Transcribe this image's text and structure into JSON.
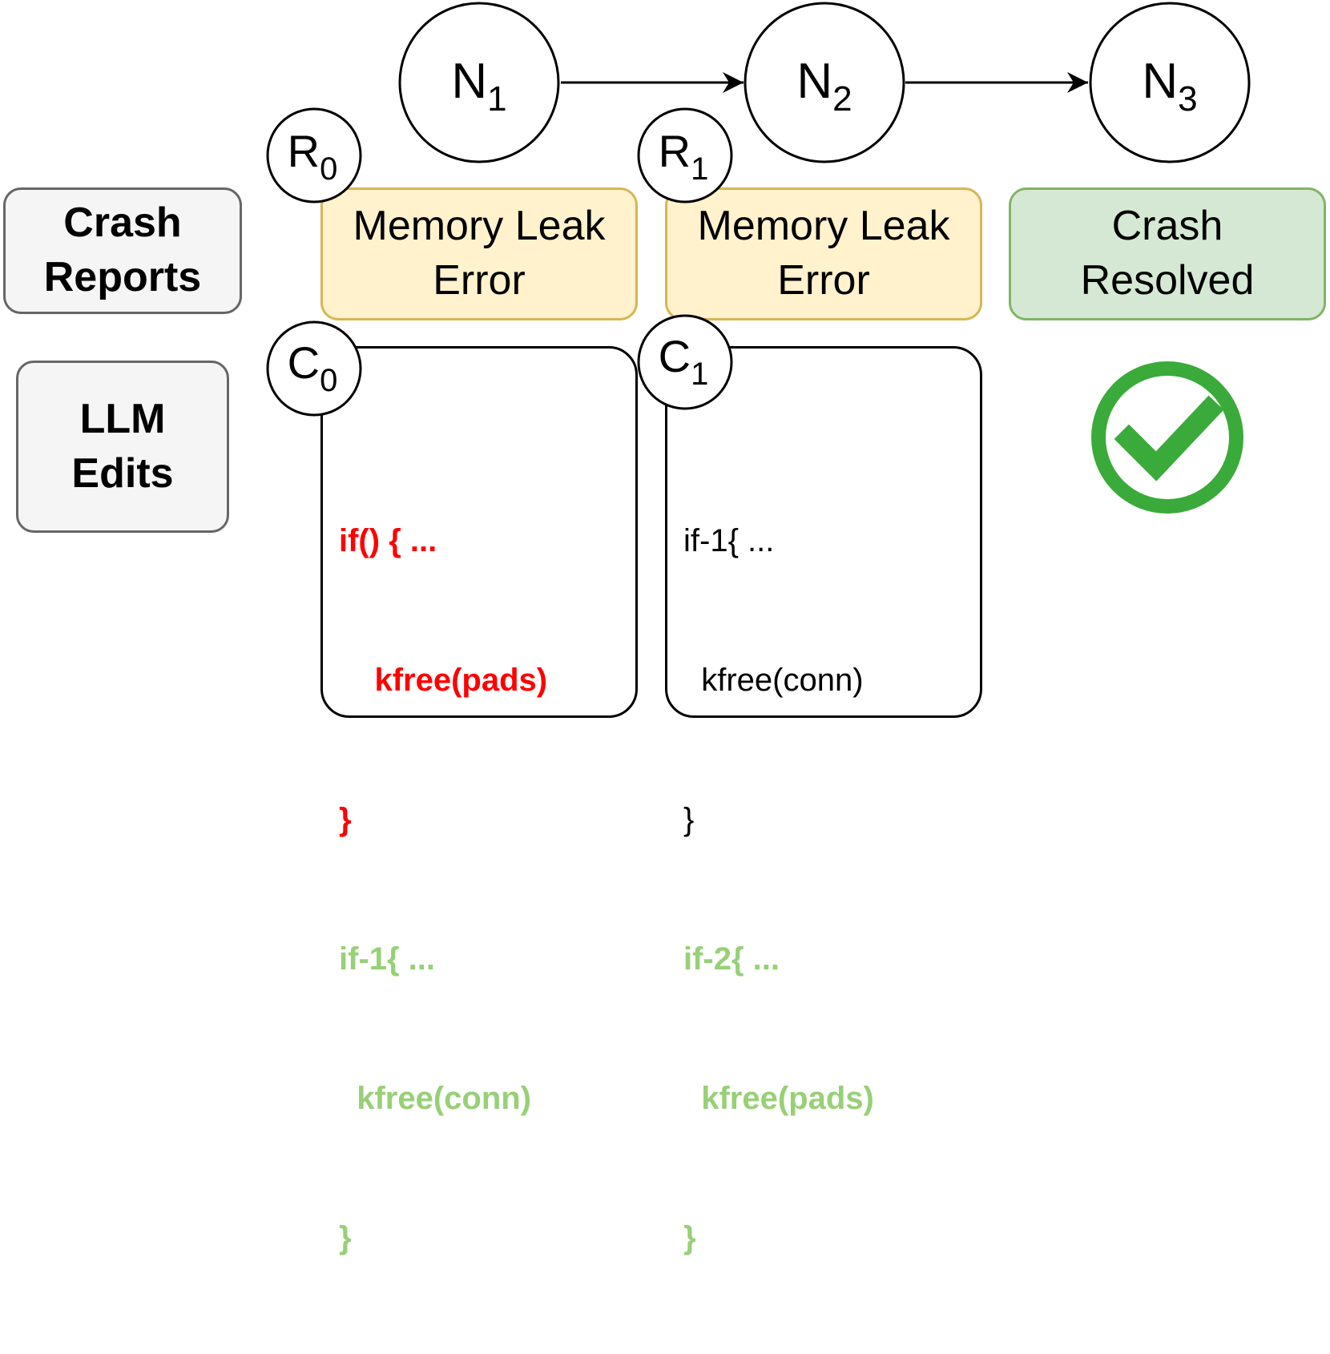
{
  "nodes": [
    {
      "letter": "N",
      "sub": "1"
    },
    {
      "letter": "N",
      "sub": "2"
    },
    {
      "letter": "N",
      "sub": "3"
    }
  ],
  "report_markers": [
    {
      "letter": "R",
      "sub": "0"
    },
    {
      "letter": "R",
      "sub": "1"
    }
  ],
  "code_markers": [
    {
      "letter": "C",
      "sub": "0"
    },
    {
      "letter": "C",
      "sub": "1"
    }
  ],
  "row_labels": {
    "crash_reports": [
      "Crash",
      "Reports"
    ],
    "llm_edits": [
      "LLM",
      "Edits"
    ]
  },
  "reports": [
    {
      "lines": [
        "Memory Leak",
        "Error"
      ]
    },
    {
      "lines": [
        "Memory Leak",
        "Error"
      ]
    },
    {
      "lines": [
        "Crash",
        "Resolved"
      ]
    }
  ],
  "edits": [
    {
      "lines": [
        {
          "text": "if() { ...",
          "style": "red"
        },
        {
          "text": "    kfree(pads)",
          "style": "red"
        },
        {
          "text": "}",
          "style": "red"
        },
        {
          "text": "if-1{ ...",
          "style": "green"
        },
        {
          "text": "  kfree(conn)",
          "style": "green"
        },
        {
          "text": "}",
          "style": "green"
        }
      ]
    },
    {
      "lines": [
        {
          "text": "if-1{ ...",
          "style": "black"
        },
        {
          "text": "  kfree(conn)",
          "style": "black"
        },
        {
          "text": "}",
          "style": "black"
        },
        {
          "text": "if-2{ ...",
          "style": "green"
        },
        {
          "text": "  kfree(pads)",
          "style": "green"
        },
        {
          "text": "}",
          "style": "green"
        }
      ]
    }
  ],
  "colors": {
    "report_fill": "#fff2cc",
    "report_stroke": "#d6b656",
    "resolved_fill": "#d5e8d4",
    "resolved_stroke": "#82b366",
    "label_fill": "#f5f5f5",
    "label_stroke": "#666666",
    "removed_code": "#ff0000",
    "added_code": "#97d077",
    "check": "#3aaa3a"
  },
  "icons": {
    "resolved": "check-circle-icon"
  }
}
